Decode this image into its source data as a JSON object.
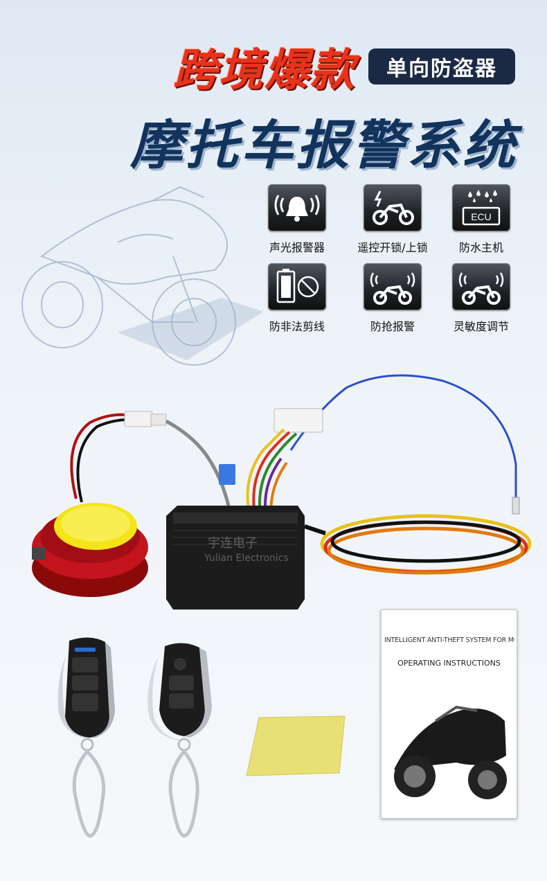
{
  "header": {
    "hot_title": "跨境爆款",
    "tag": "单向防盗器",
    "main_title": "摩托车报警系统"
  },
  "features": [
    {
      "label": "声光报警器",
      "icon": "bell-icon"
    },
    {
      "label": "遥控开锁/上锁",
      "icon": "motorcycle-spark-icon"
    },
    {
      "label": "防水主机",
      "icon": "ecu-water-icon"
    },
    {
      "label": "防非法剪线",
      "icon": "battery-cut-icon"
    },
    {
      "label": "防抢报警",
      "icon": "motorcycle-signal-icon"
    },
    {
      "label": "灵敏度调节",
      "icon": "motorcycle-signal-icon"
    }
  ],
  "product": {
    "watermark_cn": "宇连电子",
    "watermark_en": "Yulian Electronics",
    "manual_title": "INTELLIGENT ANTI-THEFT SYSTEM FOR MOTORCYCLE",
    "manual_subtitle": "OPERATING INSTRUCTIONS",
    "ecu_text": "ECU"
  },
  "colors": {
    "title_red": "#e8321b",
    "title_blue": "#12335c",
    "badge_bg": "#1b2a44"
  }
}
